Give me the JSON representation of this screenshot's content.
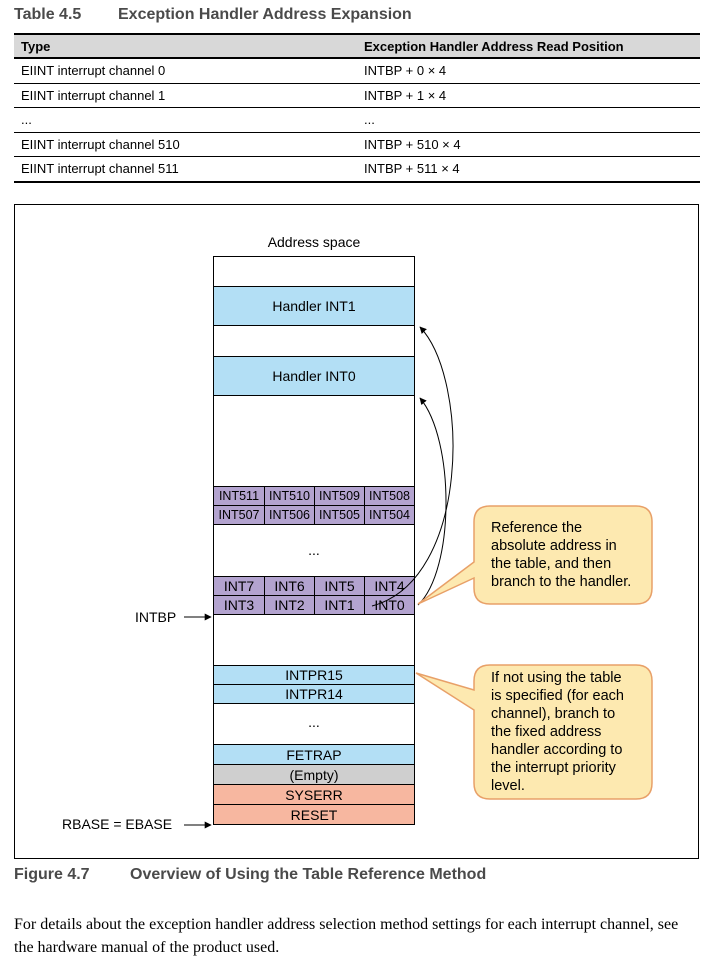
{
  "table": {
    "number": "Table 4.5",
    "title": "Exception Handler Address Expansion",
    "headers": [
      "Type",
      "Exception Handler Address Read Position"
    ],
    "rows": [
      [
        "EIINT interrupt channel 0",
        "INTBP + 0 × 4"
      ],
      [
        "EIINT interrupt channel 1",
        "INTBP + 1 × 4"
      ],
      [
        "...",
        "..."
      ],
      [
        "EIINT interrupt channel 510",
        "INTBP + 510 × 4"
      ],
      [
        "EIINT interrupt channel 511",
        "INTBP + 511 × 4"
      ]
    ]
  },
  "figure": {
    "address_space_label": "Address space",
    "handler_int1": "Handler INT1",
    "handler_int0": "Handler INT0",
    "row_a": [
      "INT511",
      "INT510",
      "INT509",
      "INT508"
    ],
    "row_b": [
      "INT507",
      "INT506",
      "INT505",
      "INT504"
    ],
    "dots": "...",
    "row_c": [
      "INT7",
      "INT6",
      "INT5",
      "INT4"
    ],
    "row_d": [
      "INT3",
      "INT2",
      "INT1",
      "INT0"
    ],
    "intbp_label": "INTBP",
    "intpr15": "INTPR15",
    "intpr14": "INTPR14",
    "fetrap": "FETRAP",
    "empty": "(Empty)",
    "syserr": "SYSERR",
    "reset": "RESET",
    "rbase_label": "RBASE = EBASE",
    "callout1": [
      "Reference the",
      "absolute address in",
      "the table, and then",
      "branch to the handler."
    ],
    "callout2": [
      "If not using the table",
      "is specified (for each",
      "channel), branch to",
      "the fixed address",
      "handler according to",
      "the interrupt priority",
      "level."
    ],
    "colors": {
      "handler_blue": "#b3dff5",
      "int_table_purple": "#b3a3cf",
      "empty_gray": "#cfcfcf",
      "reset_salmon": "#f7b7a0",
      "callout_fill": "#fde9b0",
      "callout_border": "#e8a068"
    },
    "number": "Figure 4.7",
    "title": "Overview of Using the Table Reference Method"
  },
  "paragraph": "For details about the exception handler address selection method settings for each interrupt channel, see the hardware manual of the product used."
}
